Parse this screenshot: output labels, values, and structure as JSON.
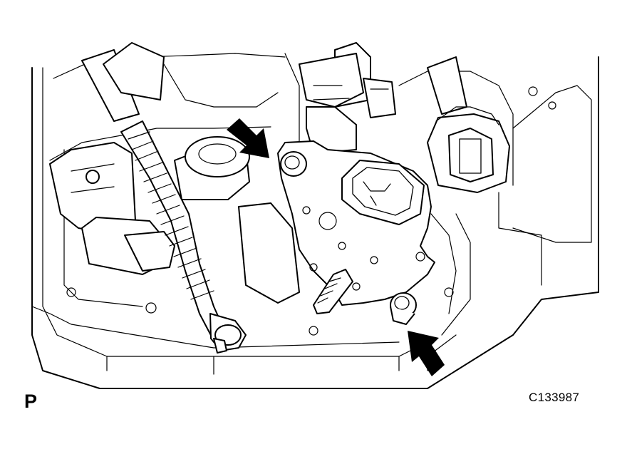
{
  "view_label": "P",
  "figure_code": "C133987",
  "arrow_count": 2
}
